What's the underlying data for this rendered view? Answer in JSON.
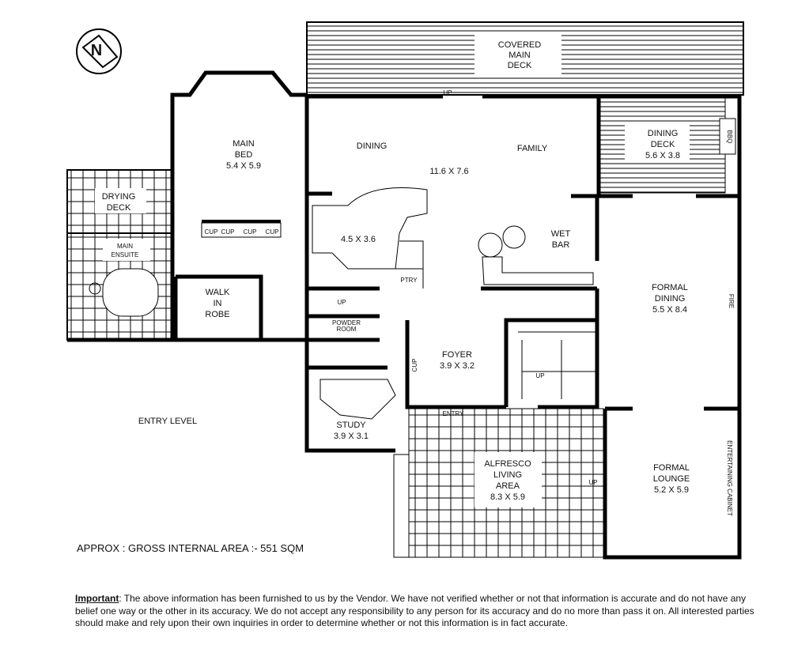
{
  "plan": {
    "level": "ENTRY LEVEL",
    "area": "APPROX : GROSS INTERNAL AREA :- 551 SQM",
    "compass_letter": "N",
    "rooms": {
      "covered_deck": [
        "COVERED",
        "MAIN",
        "DECK"
      ],
      "main_bed": [
        "MAIN",
        "BED",
        "5.4 X 5.9"
      ],
      "dining": "DINING",
      "family": "FAMILY",
      "family_size": "11.6 X 7.6",
      "dining_deck": [
        "DINING",
        "DECK",
        "5.6 X 3.8"
      ],
      "bbq": "BBQ",
      "drying_deck": [
        "DRYING",
        "DECK"
      ],
      "main_ensuite": [
        "MAIN",
        "ENSUITE"
      ],
      "cup": "CUP",
      "kitchen_size": "4.5 X 3.6",
      "ptry": "PTRY",
      "wet_bar": [
        "WET",
        "BAR"
      ],
      "walk_in_robe": [
        "WALK",
        "IN",
        "ROBE"
      ],
      "powder_room": [
        "POWDER",
        "ROOM"
      ],
      "up": "UP",
      "foyer": [
        "FOYER",
        "3.9 X 3.2"
      ],
      "formal_dining": [
        "FORMAL",
        "DINING",
        "5.5 X 8.4"
      ],
      "fire": "FIRE",
      "study": [
        "STUDY",
        "3.9 X 3.1"
      ],
      "entry": "ENTRY",
      "alfresco": [
        "ALFRESCO",
        "LIVING",
        "AREA",
        "8.3 X 5.9"
      ],
      "formal_lounge": [
        "FORMAL",
        "LOUNGE",
        "5.2 X 5.9"
      ],
      "entertaining_cabinet": "ENTERTAINING CABINET"
    }
  },
  "disclaimer": {
    "heading": "Important",
    "text": ":  The above information has been furnished to us by the Vendor. We have not verified whether or not that information is accurate and do not have any belief one way or the other in its accuracy. We do not accept any responsibility to any person for its accuracy and do no more than pass it on.  All interested parties should make and rely upon their own inquiries in order to determine whether or not this information is in fact accurate."
  }
}
